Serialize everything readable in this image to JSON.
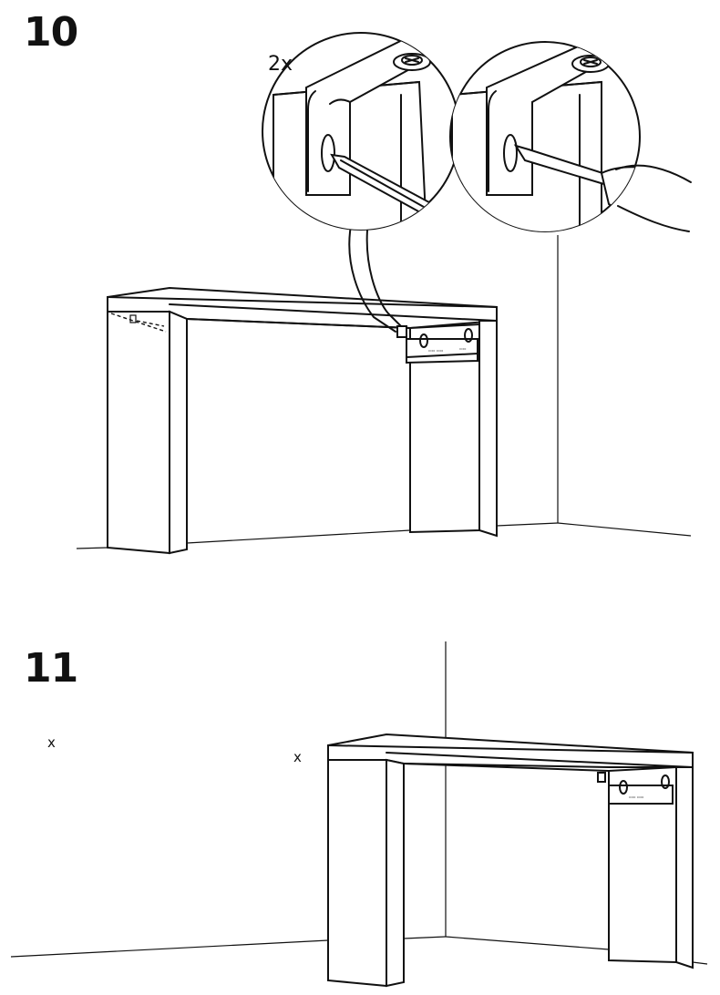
{
  "step10": {
    "number": "10",
    "callout_quantity": "2x"
  },
  "step11": {
    "number": "11",
    "marks": [
      "x",
      "x"
    ]
  },
  "icons": [
    "screw-icon",
    "pencil-icon",
    "screwdriver-icon",
    "hand-icon",
    "wall-bracket-icon"
  ]
}
